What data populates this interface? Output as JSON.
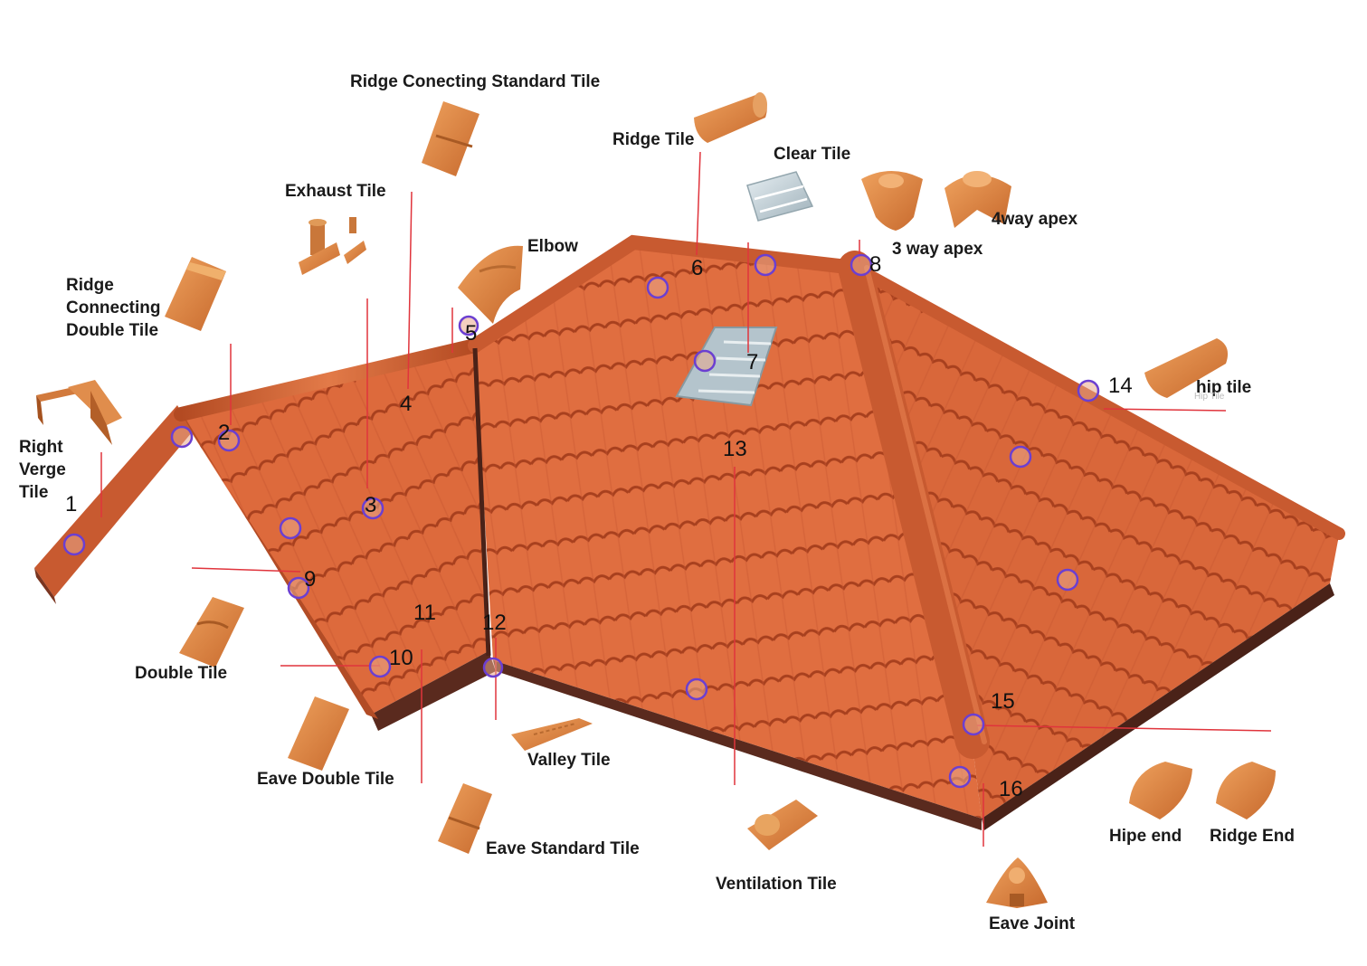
{
  "labels": {
    "right_verge_tile": [
      "Right",
      "Verge",
      "Tile"
    ],
    "ridge_connecting_double_tile": [
      "Ridge",
      "Connecting",
      "Double Tile"
    ],
    "ridge_connecting_standard_tile": "Ridge Conecting Standard Tile",
    "exhaust_tile": "Exhaust Tile",
    "elbow": "Elbow",
    "ridge_tile": "Ridge Tile",
    "clear_tile": "Clear Tile",
    "three_way_apex": "3 way apex",
    "four_way_apex": "4way apex",
    "hip_tile": "hip tile",
    "hip_tile_faint": "Hip Tile",
    "double_tile": "Double Tile",
    "eave_double_tile": "Eave Double Tile",
    "eave_standard_tile": "Eave Standard Tile",
    "valley_tile": "Valley Tile",
    "ventilation_tile": "Ventilation Tile",
    "hipe_end": "Hipe end",
    "ridge_end": "Ridge End",
    "eave_joint": "Eave Joint"
  },
  "numbers": [
    "1",
    "2",
    "3",
    "4",
    "5",
    "6",
    "7",
    "8",
    "9",
    "10",
    "11",
    "12",
    "13",
    "14",
    "15",
    "16"
  ],
  "colors": {
    "tile": "#dd6a3c",
    "tile_dark": "#a8401e",
    "ridge": "#c85a30",
    "fascia": "#5a2a1e",
    "leader": "#e0343c",
    "marker": "#6b3fd1",
    "clear_tile": "#b4c4cc"
  }
}
